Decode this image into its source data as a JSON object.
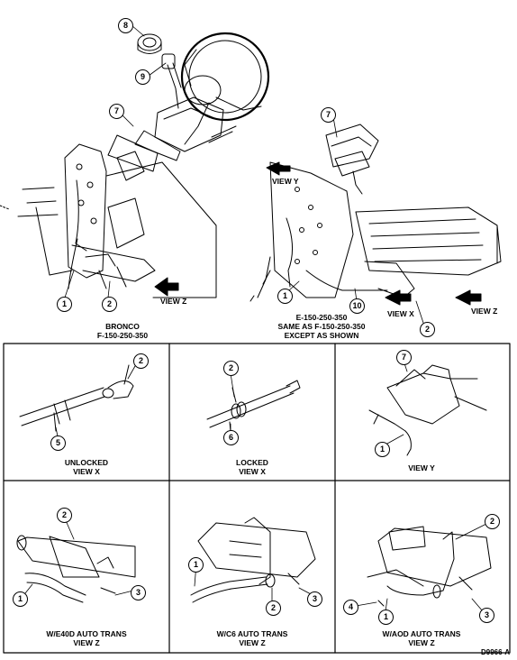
{
  "captions": {
    "bronco": [
      "BRONCO",
      "F-150-250-350"
    ],
    "eseries": [
      "E-150-250-350",
      "SAME AS F-150-250-350",
      "EXCEPT AS SHOWN"
    ],
    "unlocked": [
      "UNLOCKED",
      "VIEW X"
    ],
    "locked": [
      "LOCKED",
      "VIEW X"
    ],
    "viewy_panel": [
      "VIEW Y"
    ],
    "e40d": [
      "W/E40D AUTO TRANS",
      "VIEW Z"
    ],
    "c6": [
      "W/C6 AUTO TRANS",
      "VIEW Z"
    ],
    "aod": [
      "W/AOD AUTO TRANS",
      "VIEW Z"
    ]
  },
  "view_labels": {
    "view_z_left": "VIEW Z",
    "view_y_top": "VIEW Y",
    "view_x_right": "VIEW X",
    "view_z_right": "VIEW Z"
  },
  "callouts": {
    "c8": "8",
    "c9": "9",
    "c7a": "7",
    "c1a": "1",
    "c2a": "2",
    "c7b": "7",
    "c1b": "1",
    "c10": "10",
    "c2b": "2",
    "p1_2": "2",
    "p1_5": "5",
    "p2_2": "2",
    "p2_6": "6",
    "p3_7": "7",
    "p3_1": "1",
    "p4_2": "2",
    "p4_1": "1",
    "p4_3": "3",
    "p5_1": "1",
    "p5_2": "2",
    "p5_3": "3",
    "p6_2": "2",
    "p6_4": "4",
    "p6_1": "1",
    "p6_3": "3"
  },
  "figure_code": "D9966-A"
}
